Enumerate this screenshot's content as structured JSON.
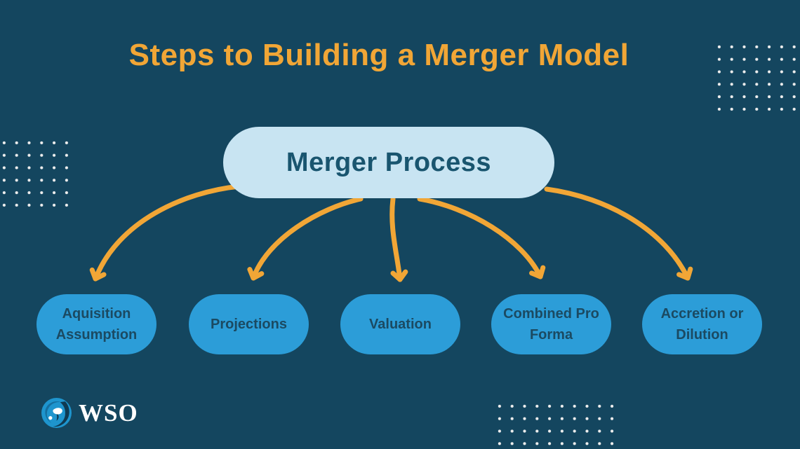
{
  "title": "Steps to Building a Merger Model",
  "diagram": {
    "root": {
      "label": "Merger Process"
    },
    "steps": [
      {
        "label": "Aquisition Assumption"
      },
      {
        "label": "Projections"
      },
      {
        "label": "Valuation"
      },
      {
        "label": "Combined Pro Forma"
      },
      {
        "label": "Accretion or Dilution"
      }
    ]
  },
  "branding": {
    "logo_text": "WSO",
    "logo_icon": "wso-globe-icon"
  },
  "colors": {
    "background": "#14465F",
    "accent_gold": "#F1A636",
    "root_node_fill": "#C8E4F2",
    "root_node_text": "#19556F",
    "step_node_fill": "#2C9DD8",
    "step_node_text": "#1B4A62",
    "dot_pattern": "#EDEDED",
    "logo_text_color": "#FFFFFF"
  }
}
